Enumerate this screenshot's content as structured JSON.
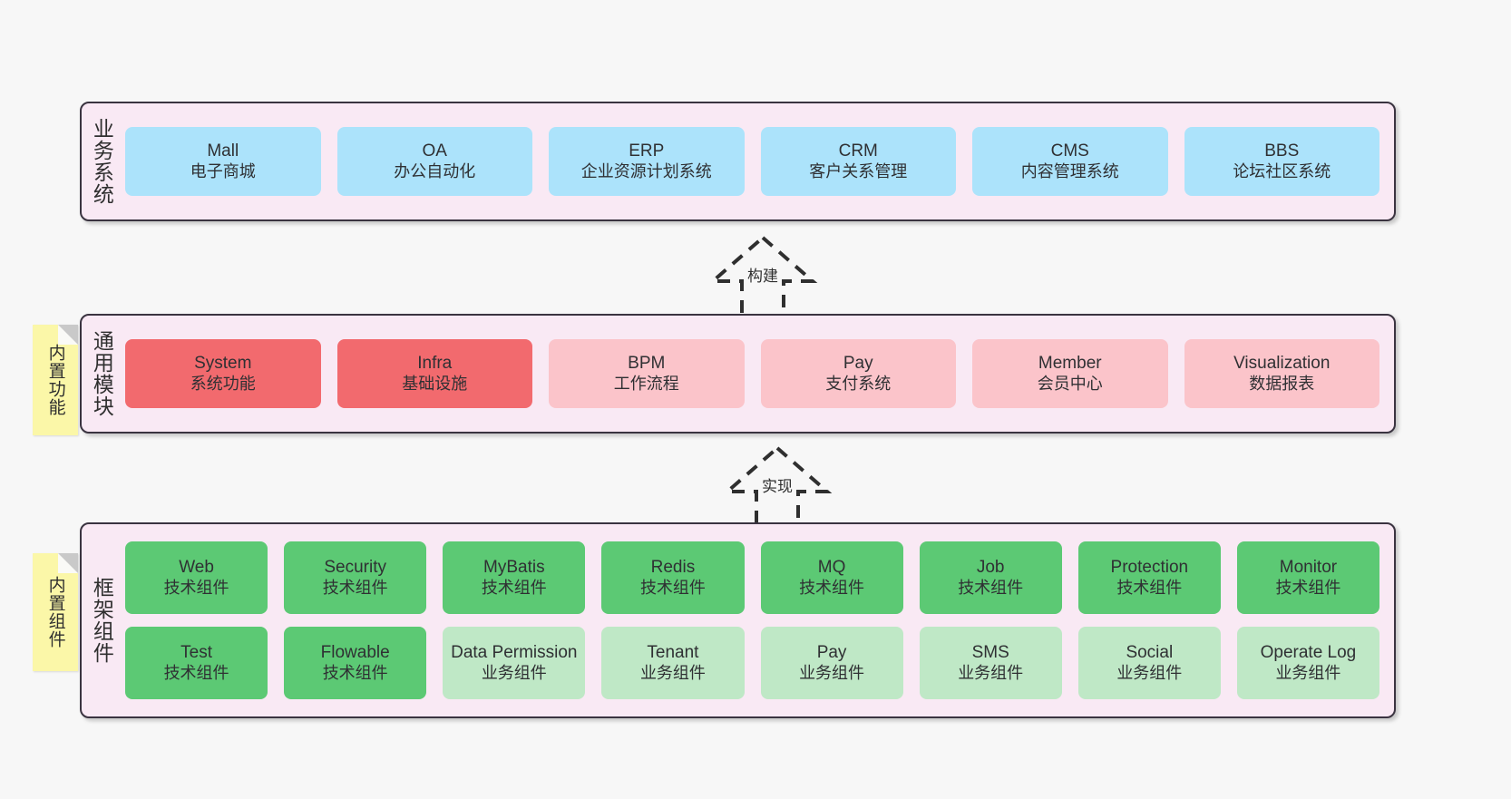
{
  "diagram": {
    "background_color": "#f7f7f7",
    "panel_color": "#f9e9f4",
    "border_color": "#3a3340"
  },
  "layers": [
    {
      "id": "business",
      "label": "业务系统",
      "rows": [
        {
          "cards": [
            {
              "en": "Mall",
              "cn": "电子商城",
              "color": "#ace3fb"
            },
            {
              "en": "OA",
              "cn": "办公自动化",
              "color": "#ace3fb"
            },
            {
              "en": "ERP",
              "cn": "企业资源计划系统",
              "color": "#ace3fb"
            },
            {
              "en": "CRM",
              "cn": "客户关系管理",
              "color": "#ace3fb"
            },
            {
              "en": "CMS",
              "cn": "内容管理系统",
              "color": "#ace3fb"
            },
            {
              "en": "BBS",
              "cn": "论坛社区系统",
              "color": "#ace3fb"
            }
          ]
        }
      ]
    },
    {
      "id": "common",
      "label": "通用模块",
      "sticky": "内置功能",
      "rows": [
        {
          "cards": [
            {
              "en": "System",
              "cn": "系统功能",
              "color": "#f26a6e"
            },
            {
              "en": "Infra",
              "cn": "基础设施",
              "color": "#f26a6e"
            },
            {
              "en": "BPM",
              "cn": "工作流程",
              "color": "#fbc4ca"
            },
            {
              "en": "Pay",
              "cn": "支付系统",
              "color": "#fbc4ca"
            },
            {
              "en": "Member",
              "cn": "会员中心",
              "color": "#fbc4ca"
            },
            {
              "en": "Visualization",
              "cn": "数据报表",
              "color": "#fbc4ca"
            }
          ]
        }
      ]
    },
    {
      "id": "framework",
      "label": "框架组件",
      "sticky": "内置组件",
      "rows": [
        {
          "cards": [
            {
              "en": "Web",
              "cn": "技术组件",
              "color": "#5cc974"
            },
            {
              "en": "Security",
              "cn": "技术组件",
              "color": "#5cc974"
            },
            {
              "en": "MyBatis",
              "cn": "技术组件",
              "color": "#5cc974"
            },
            {
              "en": "Redis",
              "cn": "技术组件",
              "color": "#5cc974"
            },
            {
              "en": "MQ",
              "cn": "技术组件",
              "color": "#5cc974"
            },
            {
              "en": "Job",
              "cn": "技术组件",
              "color": "#5cc974"
            },
            {
              "en": "Protection",
              "cn": "技术组件",
              "color": "#5cc974"
            },
            {
              "en": "Monitor",
              "cn": "技术组件",
              "color": "#5cc974"
            }
          ]
        },
        {
          "cards": [
            {
              "en": "Test",
              "cn": "技术组件",
              "color": "#5cc974"
            },
            {
              "en": "Flowable",
              "cn": "技术组件",
              "color": "#5cc974"
            },
            {
              "en": "Data Permission",
              "cn": "业务组件",
              "color": "#bfe8c6"
            },
            {
              "en": "Tenant",
              "cn": "业务组件",
              "color": "#bfe8c6"
            },
            {
              "en": "Pay",
              "cn": "业务组件",
              "color": "#bfe8c6"
            },
            {
              "en": "SMS",
              "cn": "业务组件",
              "color": "#bfe8c6"
            },
            {
              "en": "Social",
              "cn": "业务组件",
              "color": "#bfe8c6"
            },
            {
              "en": "Operate Log",
              "cn": "业务组件",
              "color": "#bfe8c6"
            }
          ]
        }
      ]
    }
  ],
  "arrows": [
    {
      "id": "build",
      "label": "构建"
    },
    {
      "id": "impl",
      "label": "实现"
    }
  ]
}
